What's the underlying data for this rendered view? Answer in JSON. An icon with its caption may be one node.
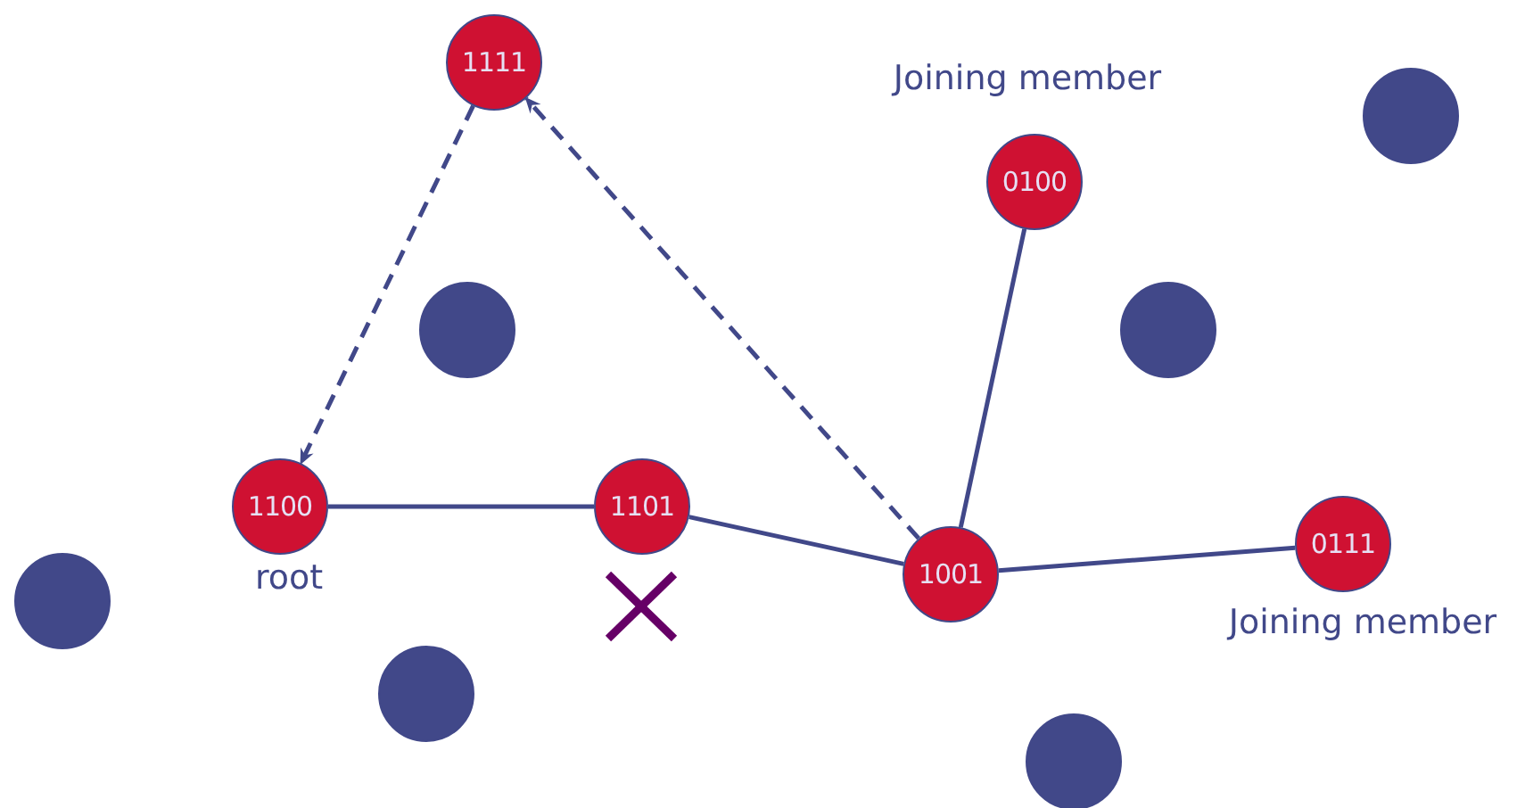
{
  "diagram": {
    "nodes": [
      {
        "text": [
          "1111"
        ]
      },
      {
        "text": [
          "0100"
        ],
        "beside": [
          "Joining member"
        ]
      },
      {
        "text": [
          "1100"
        ],
        "beside": [
          "root"
        ]
      },
      {
        "text": [
          "1101"
        ]
      },
      {
        "text": [
          "1001"
        ]
      },
      {
        "text": [
          "0111"
        ],
        "beside": [
          "Joining member"
        ]
      },
      {
        "text": [],
        "shape": "circle"
      },
      {
        "text": [],
        "shape": "circle"
      },
      {
        "text": [],
        "shape": "circle"
      },
      {
        "text": [],
        "shape": "circle"
      },
      {
        "text": [],
        "shape": "circle"
      },
      {
        "text": [],
        "shape": "circle"
      }
    ],
    "edges": [
      {
        "from": 0,
        "to": 2,
        "arrow": "to",
        "style": "dashed"
      },
      {
        "from": 4,
        "to": 0,
        "arrow": "to",
        "style": "dashed"
      },
      {
        "from": 2,
        "to": 3,
        "arrow": "none"
      },
      {
        "from": 3,
        "to": 4,
        "arrow": "none"
      },
      {
        "from": 4,
        "to": 1,
        "arrow": "none"
      },
      {
        "from": 4,
        "to": 5,
        "arrow": "none"
      }
    ]
  }
}
